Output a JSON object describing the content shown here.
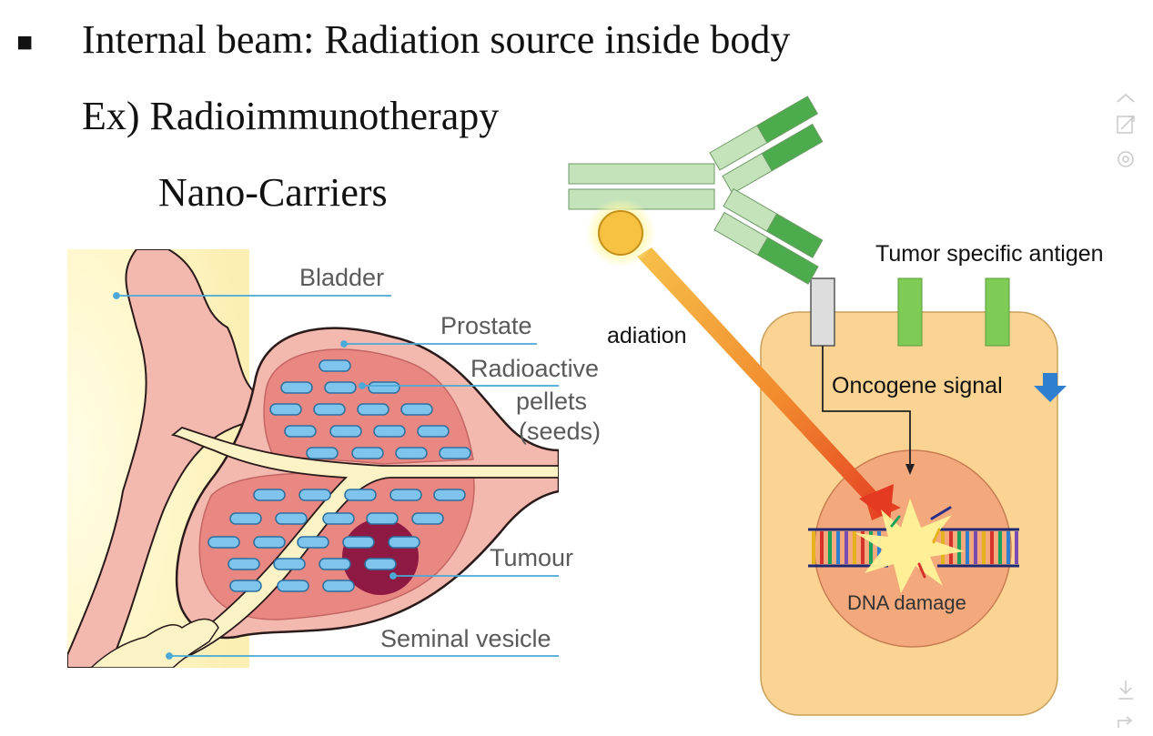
{
  "slide": {
    "bullet": "■",
    "line1": "Internal beam: Radiation source inside body",
    "line2": "Ex) Radioimmunotherapy",
    "line3": "Nano-Carriers"
  },
  "prostate_diagram": {
    "labels": {
      "bladder": "Bladder",
      "prostate": "Prostate",
      "pellets_1": "Radioactive",
      "pellets_2": "pellets",
      "pellets_3": "(seeds)",
      "tumour": "Tumour",
      "vesicle": "Seminal vesicle"
    },
    "colors": {
      "tissue": "#f2b5ac",
      "gland": "#e98782",
      "seed": "#7fc4ec",
      "tumour": "#8e1a43",
      "leader": "#4aa9d6"
    }
  },
  "rit_diagram": {
    "labels": {
      "antigen": "Tumor specific antigen",
      "radiation": "adiation",
      "oncogene": "Oncogene signal",
      "dna": "DNA damage"
    },
    "colors": {
      "cell": "#fbd494",
      "nucleus": "#f3a97b",
      "antibody_light": "#c5e3bb",
      "antibody_dark": "#4cab4d",
      "antigen": "#7ecc56",
      "arrow_blue": "#2f7fd1"
    }
  },
  "viewer_tools": {
    "icons": [
      "chevron-up-icon",
      "expand-icon",
      "gear-icon",
      "download-icon",
      "share-icon"
    ]
  }
}
